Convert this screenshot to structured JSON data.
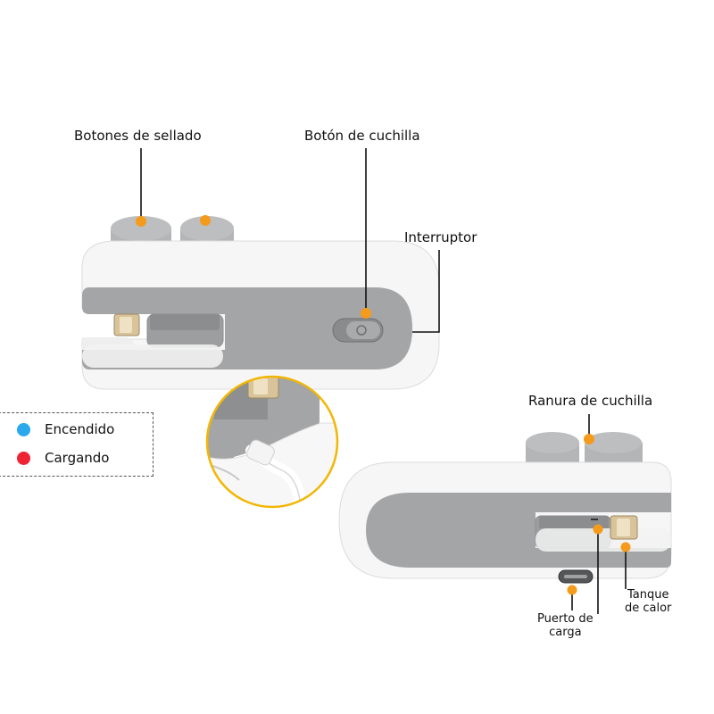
{
  "labels": {
    "botones_sellado": "Botones de sellado",
    "boton_cuchilla": "Botón de cuchilla",
    "interruptor": "Interruptor",
    "ranura_cuchilla": "Ranura de cuchilla",
    "tanque_calor": "Tanque\nde calor",
    "puerto_carga": "Puerto de\ncarga"
  },
  "legend": {
    "items": [
      {
        "label": "Encendido",
        "color": "#2aa9ec"
      },
      {
        "label": "Cargando",
        "color": "#ee2434"
      }
    ]
  },
  "colors": {
    "callout_dot": "#f59b1b",
    "body_white": "#f7f7f7",
    "body_gray": "#a4a5a7",
    "button_gray": "#b8b9bb",
    "zoom_ring": "#f2b705",
    "heat_block": "#d8c39a"
  }
}
